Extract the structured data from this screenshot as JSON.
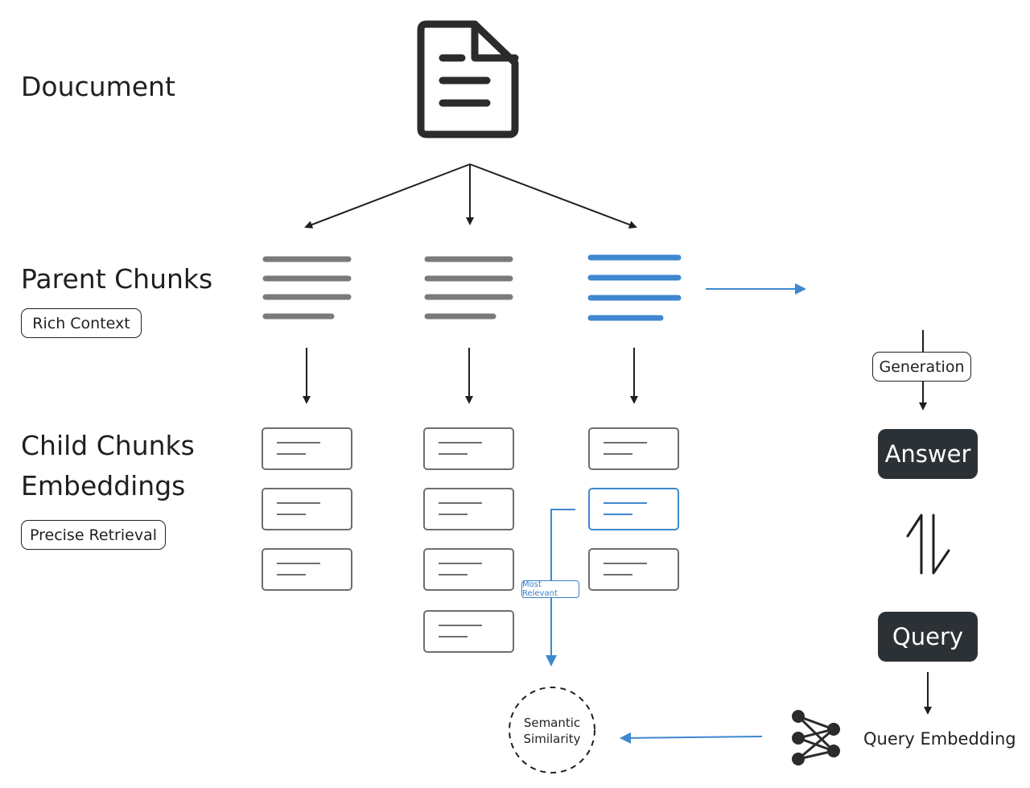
{
  "labels": {
    "document": "Doucument",
    "parent_chunks": "Parent Chunks",
    "rich_context": "Rich Context",
    "child_chunks_line1": "Child Chunks",
    "child_chunks_line2": "Embeddings",
    "precise_retrieval": "Precise Retrieval",
    "generation": "Generation",
    "answer": "Answer",
    "query": "Query",
    "query_embedding": "Query Embedding",
    "semantic_line1": "Semantic",
    "semantic_line2": "Similarity",
    "most_relevant": "Most Relevant"
  },
  "colors": {
    "ink": "#2b2b2b",
    "gray_lines": "#7a7a7a",
    "accent_blue": "#3f87cf",
    "dark_box": "#2c3136"
  },
  "icons": {
    "document": "document-icon",
    "neural_net": "neural-network-icon",
    "swap": "up-down-arrows-icon"
  }
}
